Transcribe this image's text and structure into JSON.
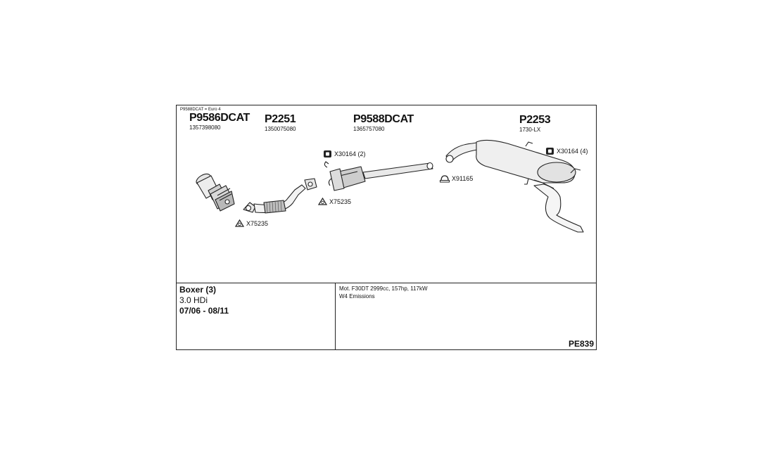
{
  "note": "P9588DCAT = Euro 4",
  "parts": [
    {
      "number": "P9586DCAT",
      "oe": "1357398080"
    },
    {
      "number": "P2251",
      "oe": "1350075080"
    },
    {
      "number": "P9588DCAT",
      "oe": "1365757080"
    },
    {
      "number": "P2253",
      "oe": "1730-LX"
    }
  ],
  "fittings": [
    {
      "label": "X75235",
      "icon": "gasket-icon"
    },
    {
      "label": "X75235",
      "icon": "gasket-icon"
    },
    {
      "label": "X30164 (2)",
      "icon": "rubber-mount-icon"
    },
    {
      "label": "X91165",
      "icon": "clamp-icon"
    },
    {
      "label": "X30164 (4)",
      "icon": "rubber-mount-icon"
    }
  ],
  "vehicle": {
    "model": "Boxer (3)",
    "engine": "3.0 HDi",
    "years": "07/06 - 08/11"
  },
  "specs": {
    "line1": "Mot. F30DT 2999cc, 157hp, 117kW",
    "line2": "W4 Emissions"
  },
  "kit_code": "PE839"
}
